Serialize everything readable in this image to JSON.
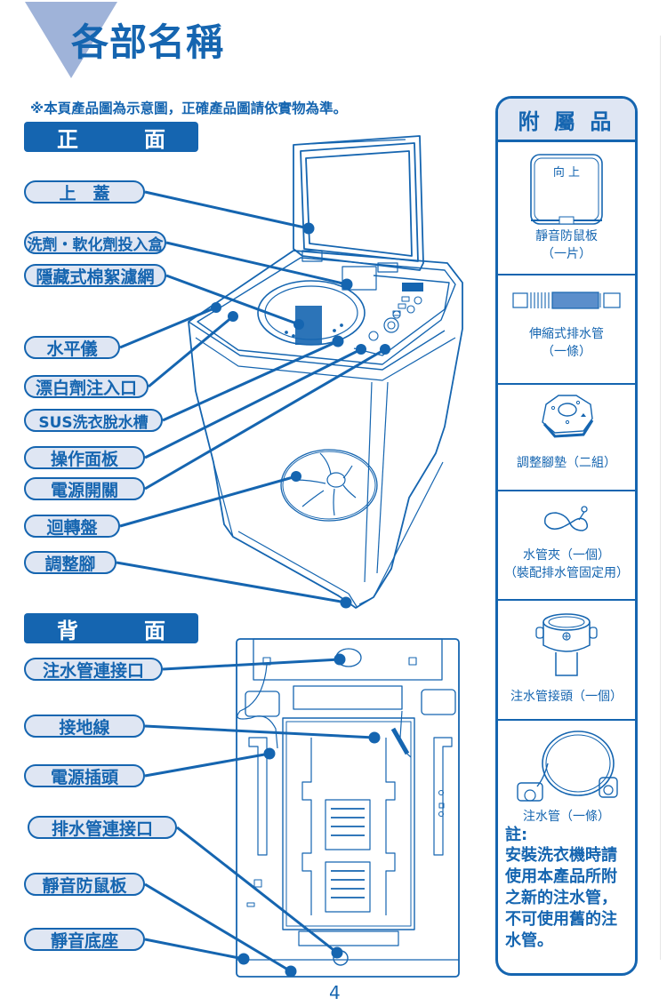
{
  "page": {
    "title": "各部名稱",
    "note": "※本頁產品圖為示意圖，正確產品圖請依實物為準。",
    "page_number": "4"
  },
  "front": {
    "section_label_a": "正",
    "section_label_b": "面",
    "parts": [
      {
        "label": "上　蓋"
      },
      {
        "label": "洗劑・軟化劑投入盒"
      },
      {
        "label": "隱藏式棉絮濾網"
      },
      {
        "label": "水平儀"
      },
      {
        "label": "漂白劑注入口"
      },
      {
        "label": "SUS洗衣脫水槽"
      },
      {
        "label": "操作面板"
      },
      {
        "label": "電源開關"
      },
      {
        "label": "迴轉盤"
      },
      {
        "label": "調整腳"
      }
    ]
  },
  "back": {
    "section_label_a": "背",
    "section_label_b": "面",
    "parts": [
      {
        "label": "注水管連接口"
      },
      {
        "label": "接地線"
      },
      {
        "label": "電源插頭"
      },
      {
        "label": "排水管連接口"
      },
      {
        "label": "靜音防鼠板"
      },
      {
        "label": "靜音底座"
      }
    ]
  },
  "accessories": {
    "title": "附 屬 品",
    "items": [
      {
        "name": "靜音防鼠板",
        "qty": "（一片）",
        "icon": "mouse-guard-board-icon",
        "icon_text": "向 上"
      },
      {
        "name": "伸縮式排水管",
        "qty": "（一條）",
        "icon": "drain-hose-icon"
      },
      {
        "name": "調整腳墊（二組）",
        "qty": "",
        "icon": "leveling-foot-pad-icon"
      },
      {
        "name": "水管夾（一個）",
        "qty": "（裝配排水管固定用）",
        "icon": "hose-clamp-icon"
      },
      {
        "name": "注水管接頭（一個）",
        "qty": "",
        "icon": "inlet-connector-icon"
      },
      {
        "name": "注水管（一條）",
        "qty": "",
        "icon": "inlet-hose-icon"
      }
    ],
    "note_title": "註:",
    "note_body": "安裝洗衣機時請使用本產品所附之新的注水管，不可使用舊的注水管。"
  },
  "colors": {
    "primary": "#1565b0",
    "pill_fill": "#dfe6f3",
    "title_triangle": "#9fb3d9"
  }
}
